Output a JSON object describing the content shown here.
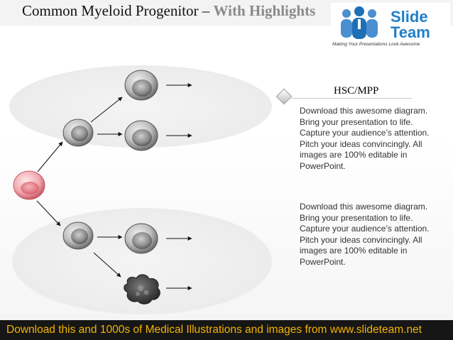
{
  "header": {
    "title_main": "Common Myeloid Progenitor – ",
    "title_sub": "With Highlights"
  },
  "logo": {
    "brand_top": "Slide",
    "brand_bottom": "Team",
    "tagline": "Making Your Presentations Look Awesome"
  },
  "content": {
    "heading": "HSC/MPP",
    "paragraph_1": "Download this awesome diagram. Bring your presentation to life. Capture your audience’s attention. Pitch your ideas convincingly. All images are 100% editable in PowerPoint.",
    "paragraph_2": "Download this awesome diagram. Bring your presentation to life. Capture your audience’s attention. Pitch your ideas convincingly. All images are 100% editable in PowerPoint."
  },
  "footer": {
    "text": "Download this and 1000s of Medical Illustrations and images from www.slideteam.net"
  },
  "colors": {
    "accent_logo": "#1f7fc8",
    "footer_text": "#f5b400",
    "stem_cell": "#e88a93",
    "progenitor_cell": "#8c8c8c"
  },
  "icons": {
    "stem_cell": "pink-stem-cell",
    "progenitor": "gray-cell",
    "megakaryocyte": "dark-irregular-cell",
    "logo": "people-icon"
  }
}
